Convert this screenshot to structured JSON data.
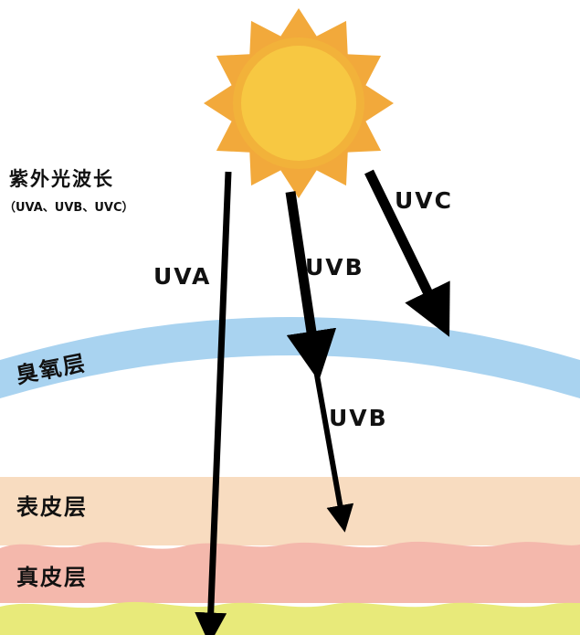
{
  "diagram": {
    "title": "紫外光波长",
    "subtitle": "（UVA、UVB、UVC）",
    "rays": {
      "uva": "UVA",
      "uvb": "UVB",
      "uvc": "UVC",
      "uvb_after_ozone": "UVB"
    },
    "layers": {
      "ozone": "臭氧层",
      "epidermis": "表皮层",
      "dermis": "真皮层"
    },
    "colors": {
      "sun_rays": "#f2a93b",
      "sun_core": "#f7c842",
      "ozone": "#a9d3f0",
      "epidermis": "#f8dcc0",
      "dermis": "#f4b8ac",
      "subcutis": "#e8ea7a",
      "arrow": "#000000"
    }
  }
}
